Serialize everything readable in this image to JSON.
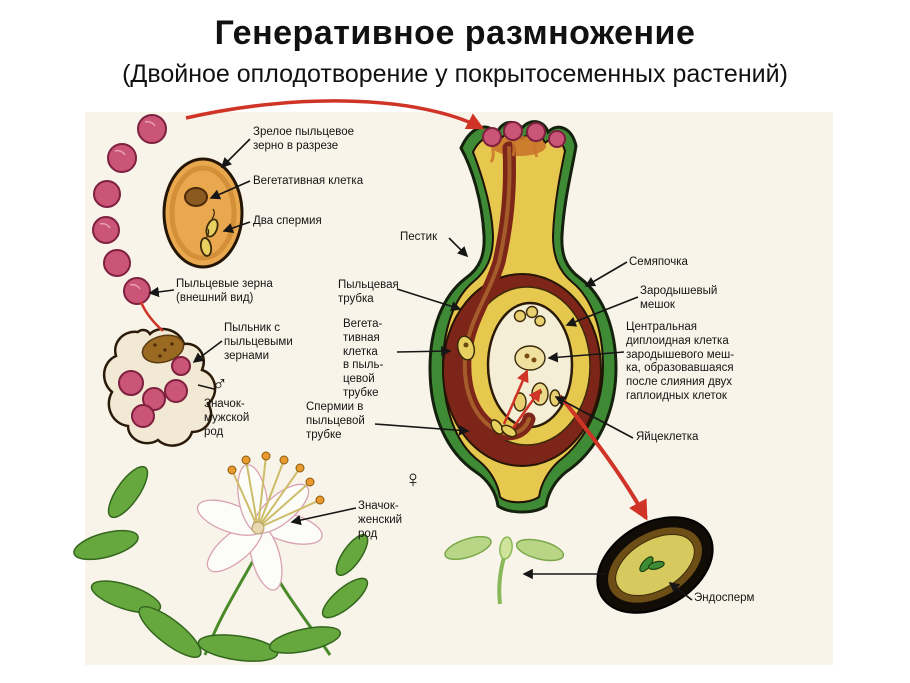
{
  "title": "Генеративное размножение",
  "subtitle": "(Двойное оплодотворение у покрытосеменных растений)",
  "symbols": {
    "male": "♂",
    "female": "♀"
  },
  "labels": {
    "mature_pollen_grain": "Зрелое пыльцевое\nзерно в разрезе",
    "vegetative_cell": "Вегетативная клетка",
    "two_sperm": "Два спермия",
    "pollen_grains_external": "Пыльцевые зерна\n(внешний вид)",
    "pollen_tube": "Пыльцевая\nтрубка",
    "pistil": "Пестик",
    "anther_with_pollen": "Пыльник с\nпыльцевыми\nзернами",
    "vegetative_cell_in_tube": "Вегета-\nтивная\nклетка\nв пыль-\nцевой\nтрубке",
    "male_sign": "Значок-\nмужской\nрод",
    "sperm_in_tube": "Спермии в\nпыльцевой\nтрубке",
    "ovule": "Семяпочка",
    "embryo_sac": "Зародышевый\nмешок",
    "central_cell": "Центральная\nдиплоидная клетка\nзародышевого меш-\nка, образовавшаяся\nпосле слияния двух\nгаплоидных клеток",
    "egg_cell": "Яйцеклетка",
    "female_sign": "Значок-\nженский\nрод",
    "endosperm": "Эндосперм"
  },
  "colors": {
    "arrow_red": "#d03427",
    "pollen_pink": "#cb5576",
    "pistil_green": "#3f8a35",
    "inner_yellow": "#e7c84e",
    "tube_dark_red": "#7c2518"
  }
}
